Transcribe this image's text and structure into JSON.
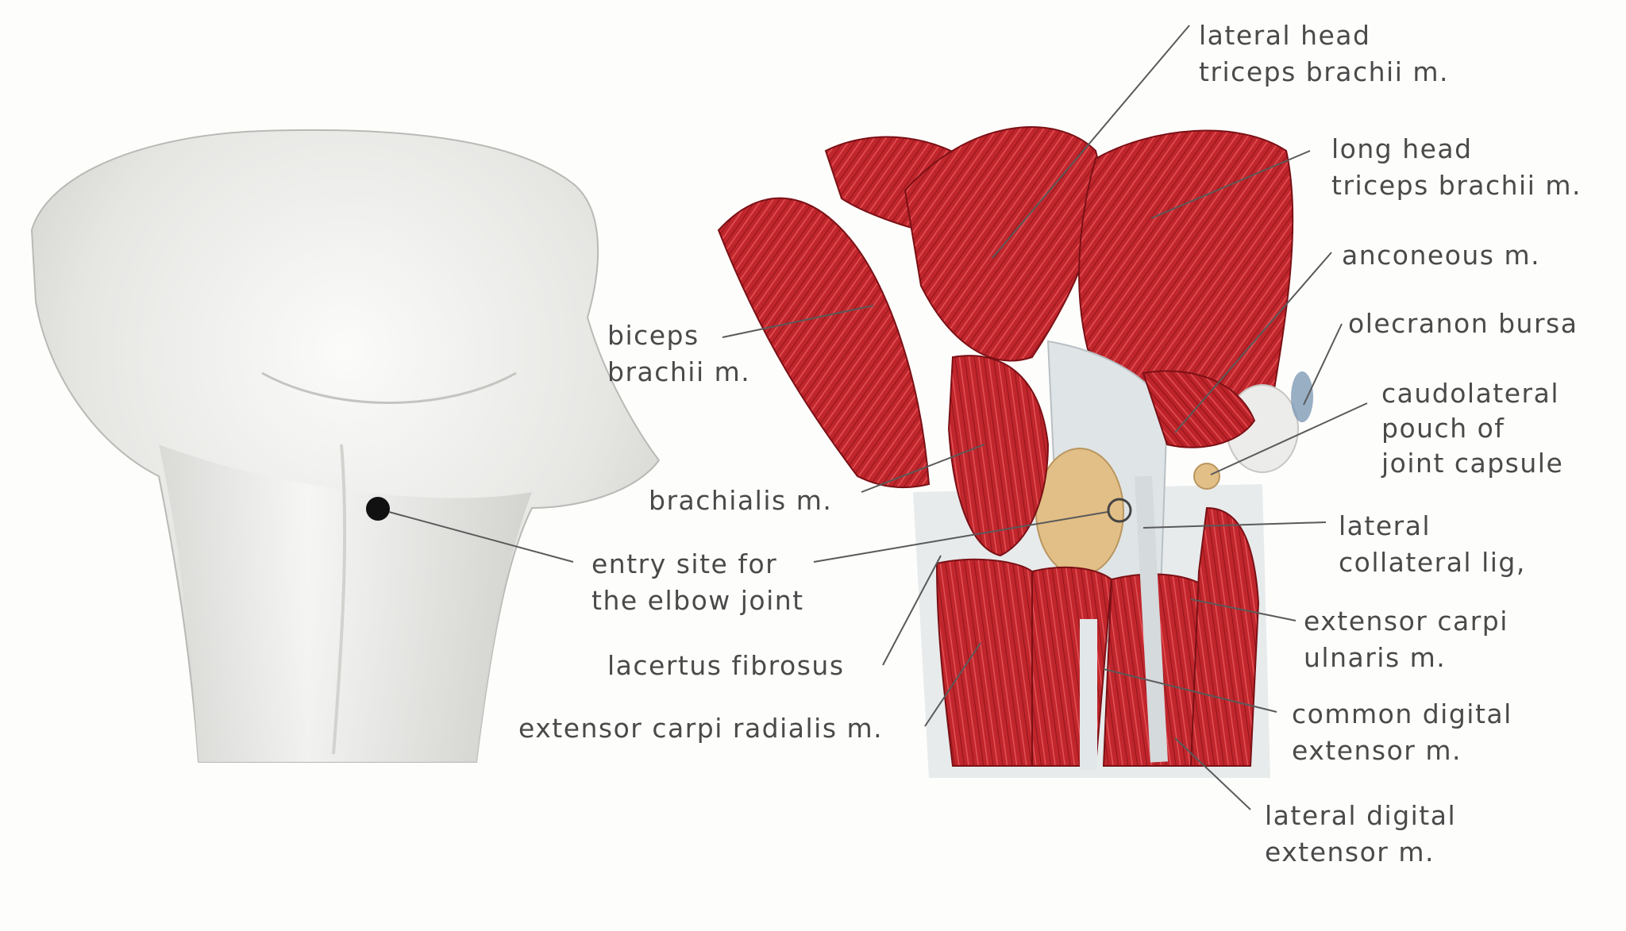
{
  "labels": {
    "lateral_head": [
      "lateral head",
      "triceps brachii m."
    ],
    "long_head": [
      "long head",
      "triceps brachii m."
    ],
    "anconeous": "anconeous m.",
    "olecranon_bursa": "olecranon bursa",
    "caudolateral_pouch": [
      "caudolateral",
      "pouch of",
      "joint capsule"
    ],
    "lateral_collateral": [
      "lateral",
      "collateral lig,"
    ],
    "extensor_carpi_ulnaris": [
      "extensor carpi",
      "ulnaris m."
    ],
    "common_digital_extensor": [
      "common digital",
      "extensor m."
    ],
    "lateral_digital_extensor": [
      "lateral digital",
      "extensor m."
    ],
    "biceps_brachii": [
      "biceps",
      "brachii m."
    ],
    "brachialis": "brachialis m.",
    "entry_site": [
      "entry site for",
      "the elbow joint"
    ],
    "lacertus_fibrosus": "lacertus fibrosus",
    "extensor_carpi_radialis": "extensor carpi radialis m."
  },
  "colors": {
    "muscle": "#c0262c",
    "muscle_dark": "#9a1a20",
    "tendon": "#dfe4e6",
    "bone": "#e2bf86",
    "skin": "#e9e9e6",
    "leader_line": "#5a5a5a",
    "text": "#4a4a4a"
  }
}
